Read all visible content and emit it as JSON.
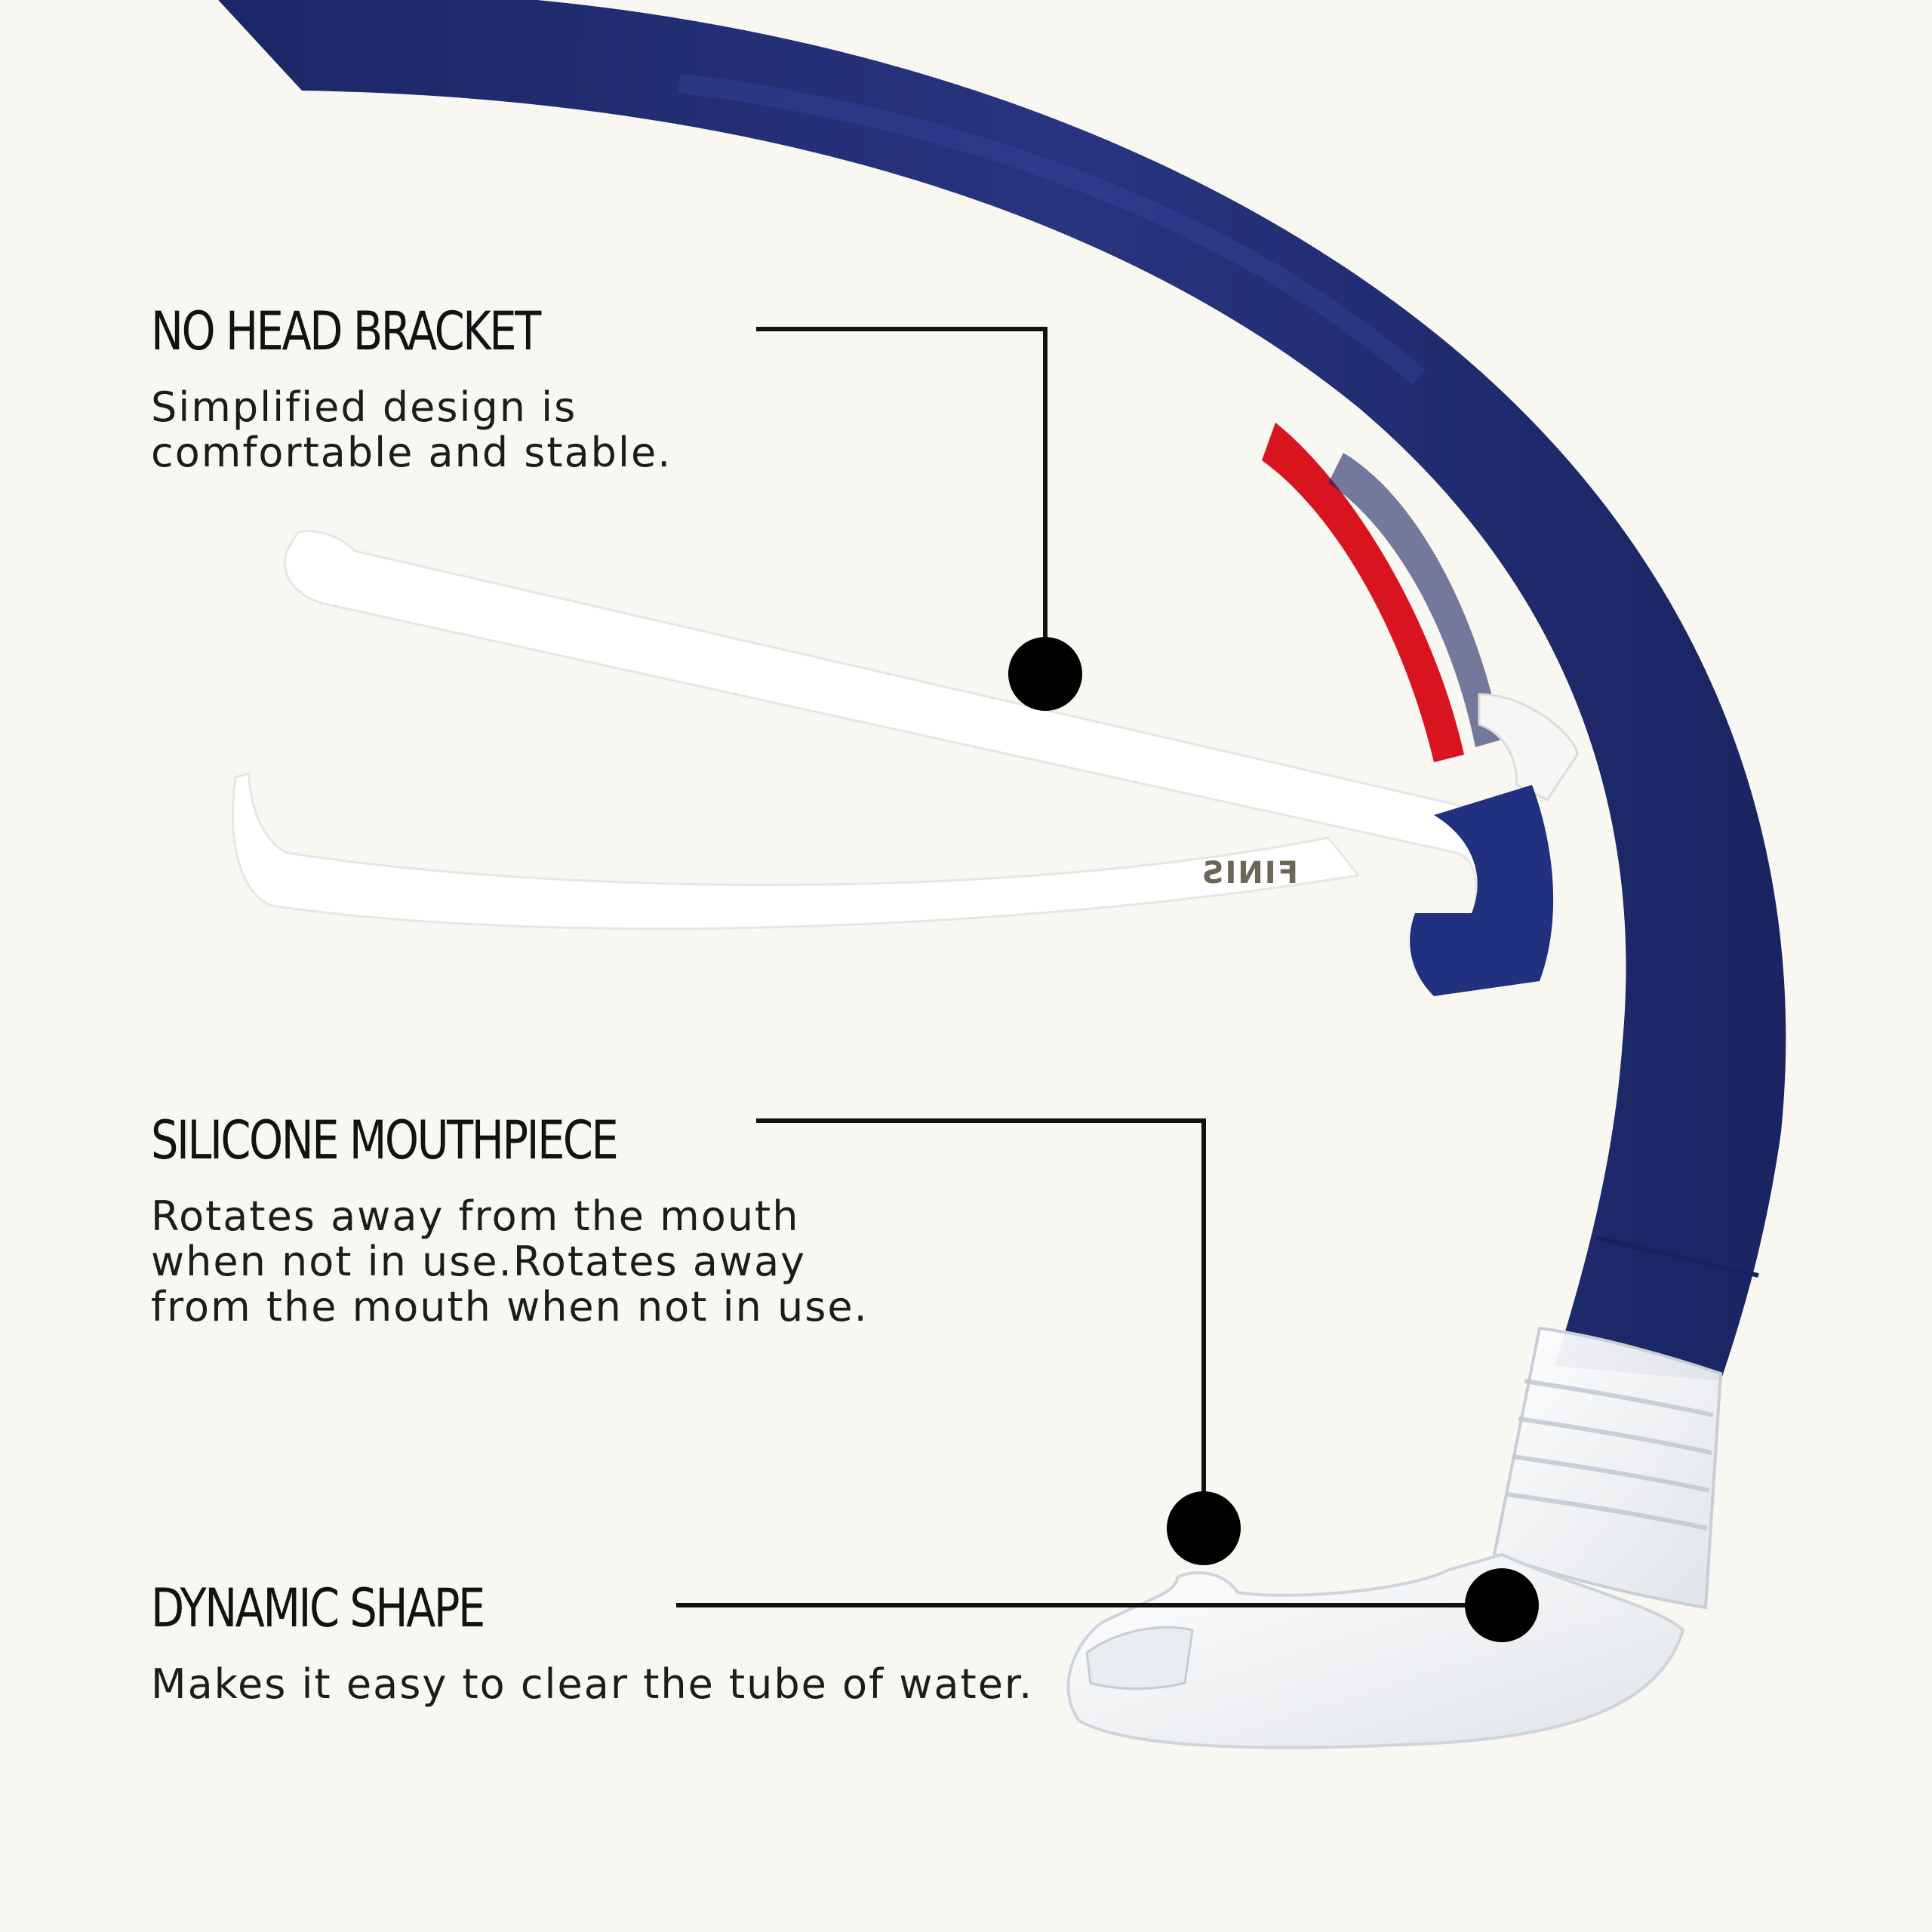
{
  "features": [
    {
      "title": "NO HEAD BRACKET",
      "description": "Simplified design is comfortable and stable."
    },
    {
      "title": "SILICONE MOUTHPIECE",
      "description": "Rotates away from the mouth when not in use.Rotates away from the mouth when not in use."
    },
    {
      "title": "DYNAMIC SHAPE",
      "description": "Makes it easy to clear the tube of water."
    }
  ],
  "product": {
    "brand_mark": "FINIS"
  },
  "colors": {
    "background": "#f8f7f2",
    "tube_navy": "#232f78",
    "accent_red": "#d8141f",
    "strap_white": "#ffffff",
    "callout": "#111111"
  }
}
